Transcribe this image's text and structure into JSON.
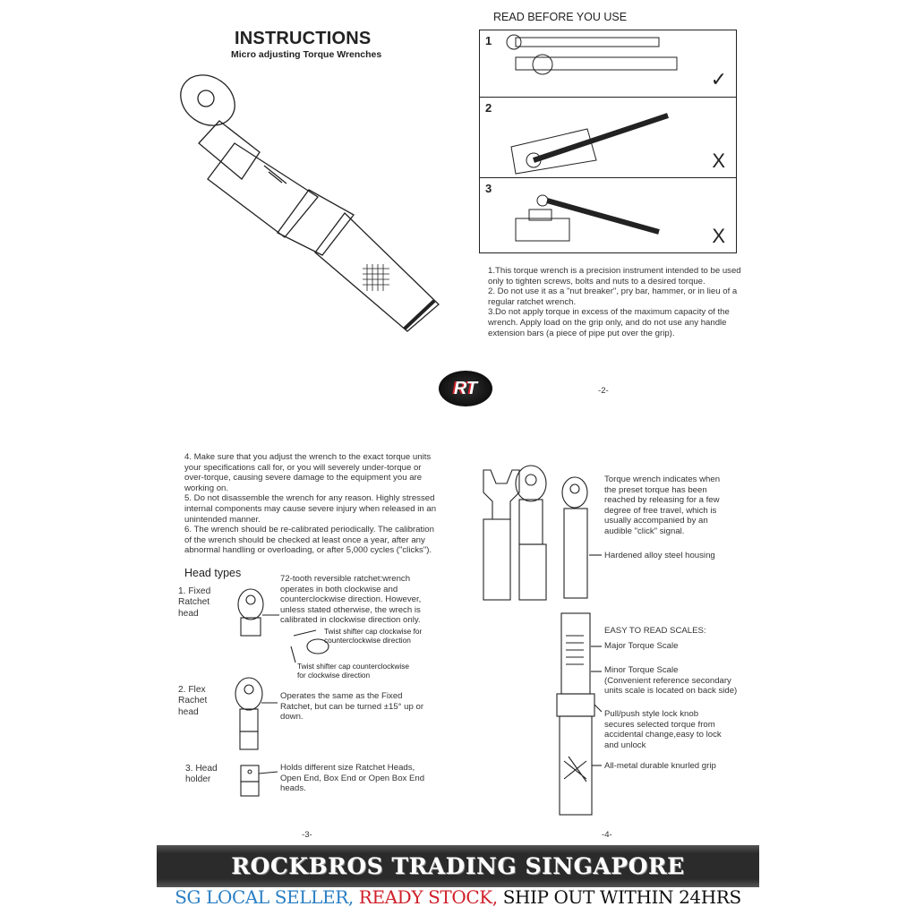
{
  "page2": {
    "title": "INSTRUCTIONS",
    "subtitle": "Micro adjusting Torque Wrenches",
    "read_heading": "READ BEFORE YOU USE",
    "panels": [
      {
        "num": "1",
        "mark": "✓"
      },
      {
        "num": "2",
        "mark": "X"
      },
      {
        "num": "3",
        "mark": "X"
      }
    ],
    "notes": [
      "1.This torque wrench is a precision instrument intended to be used",
      "only to tighten screws, bolts and nuts to a desired torque.",
      "2. Do not use it as a \"nut breaker\", pry bar, hammer, or in lieu of a",
      "regular ratchet wrench.",
      "3.Do not apply torque in excess of the maximum capacity of the",
      "wrench. Apply load on the grip only, and do not use any handle",
      "extension bars (a piece of pipe put over the grip)."
    ],
    "page_number": "-2-",
    "logo_text": "RT"
  },
  "page3": {
    "notes": [
      "4. Make sure that you adjust the wrench to the exact torque units",
      "your specifications call for, or you will severely under-torque or",
      "over-torque, causing severe damage to the equipment you are",
      "working on.",
      "5. Do not disassemble the wrench for any reason. Highly stressed",
      "internal components may cause severe injury when released in an",
      "unintended manner.",
      "6. The wrench should be re-calibrated periodically. The calibration",
      "of the wrench should be checked at least once a year, after any",
      "abnormal handling or overloading, or after 5,000 cycles (\"clicks\")."
    ],
    "head_types_title": "Head types",
    "heads": [
      {
        "label": [
          "1. Fixed",
          "Ratchet",
          "head"
        ],
        "desc": [
          "72-tooth reversible ratchet:wrench",
          "operates in both clockwise and",
          "counterclockwise direction. However,",
          "unless stated otherwise, the wrech is",
          "calibrated in clockwise direction only."
        ]
      },
      {
        "label": [
          "2. Flex",
          "Rachet",
          "head"
        ],
        "desc": [
          "Operates the same as the Fixed",
          "Ratchet, but can be turned ±15° up or",
          "down."
        ]
      },
      {
        "label": [
          "3. Head",
          "holder"
        ],
        "desc": [
          "Holds different size Ratchet Heads,",
          "Open End, Box End or Open Box End",
          "heads."
        ]
      }
    ],
    "shifter_cw": [
      "Twist shifter cap clockwise for",
      "counterclockwise direction"
    ],
    "shifter_ccw": [
      "Twist shifter cap counterclockwise",
      "for clockwise direction"
    ],
    "page_number": "-3-"
  },
  "page4": {
    "indicator": [
      "Torque wrench indicates when",
      "the preset torque has been",
      "reached by releasing for a few",
      "degree of free travel, which is",
      "usually accompanied by an",
      "audible \"click\" signal."
    ],
    "housing": "Hardened alloy steel housing",
    "scales_title": "EASY TO READ SCALES:",
    "major": "Major Torque Scale",
    "minor": [
      "Minor Torque Scale",
      "(Convenient reference secondary",
      "units scale is located on back side)"
    ],
    "lock": [
      "Pull/push style lock knob",
      "secures selected torque from",
      "accidental change,easy to lock",
      "and unlock"
    ],
    "grip": "All-metal durable knurled grip",
    "page_number": "-4-"
  },
  "banner": {
    "title": "ROCKBROS TRADING SINGAPORE",
    "part1": "SG LOCAL SELLER,",
    "part2": "READY STOCK,",
    "part3": "SHIP OUT WITHIN 24HRS"
  },
  "colors": {
    "blue": "#2a7fc4",
    "red": "#d0202a",
    "banner_bg": "#2b2b2b"
  }
}
